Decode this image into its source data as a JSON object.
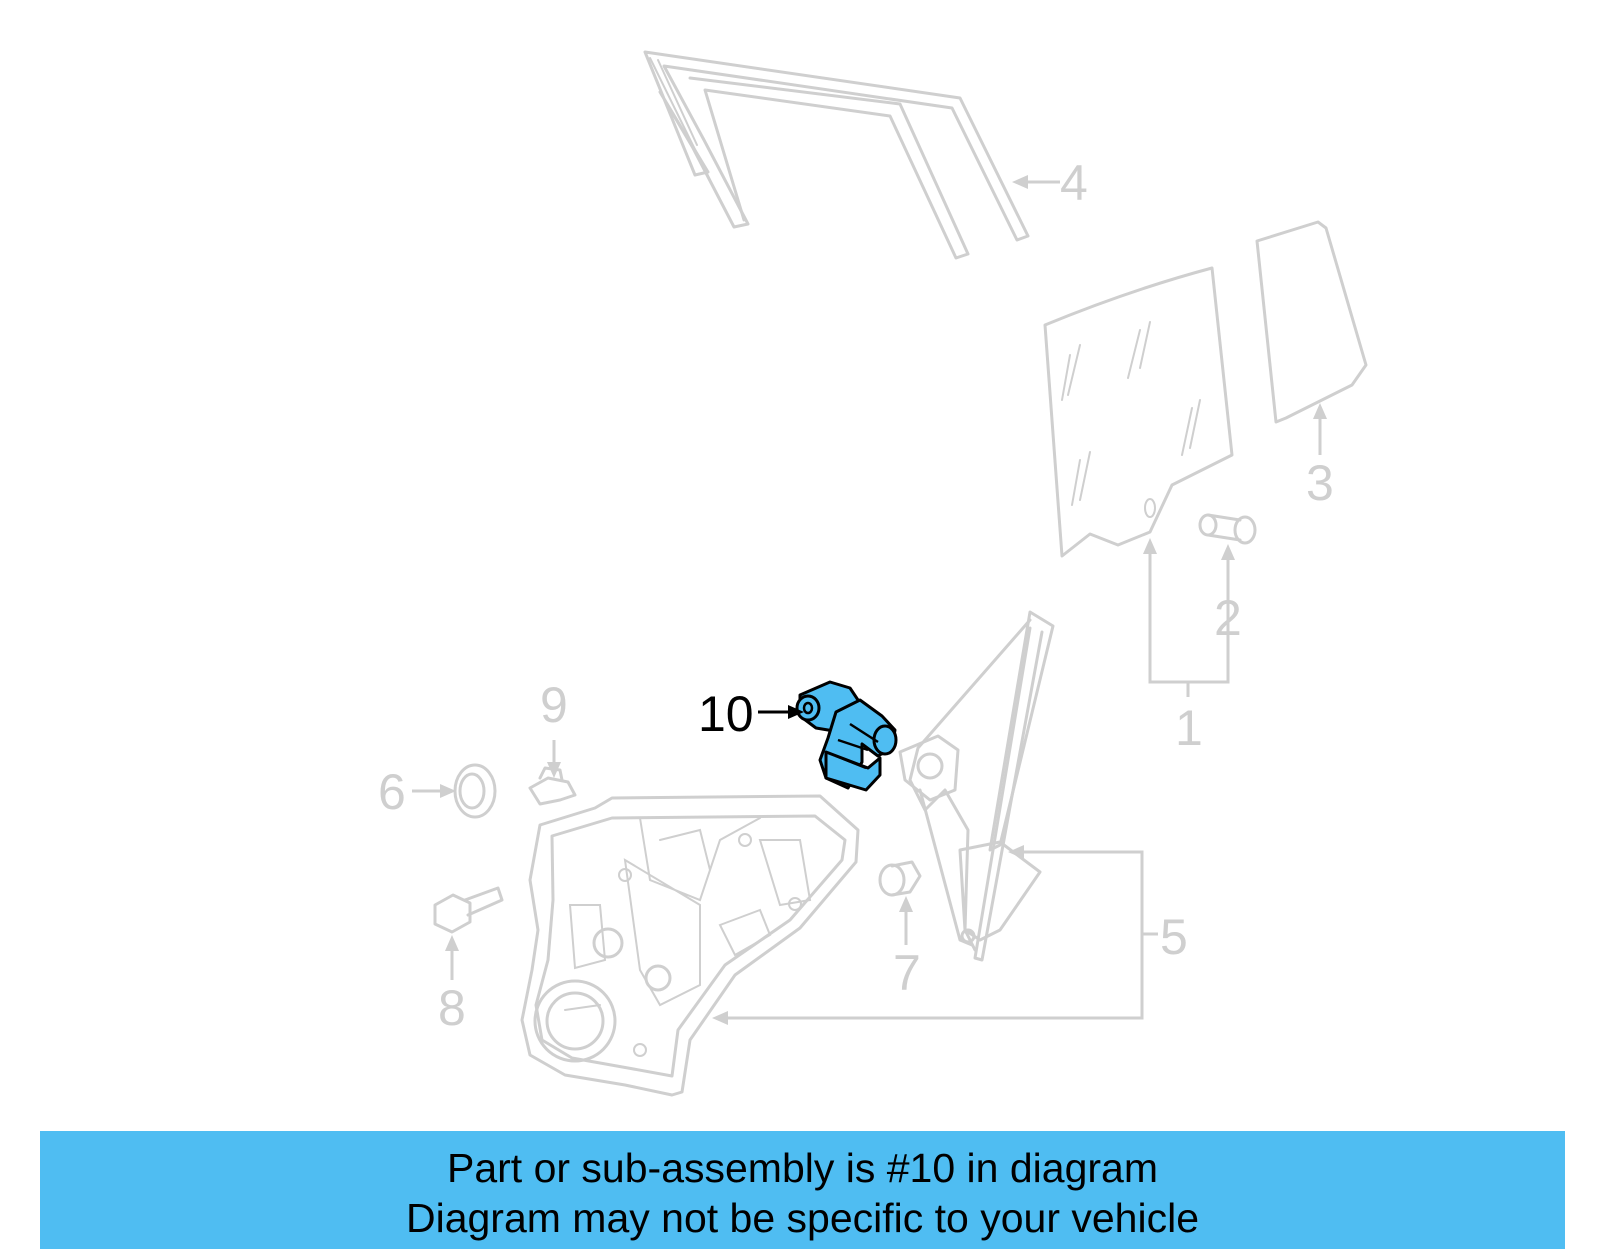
{
  "callouts": {
    "c1": "1",
    "c2": "2",
    "c3": "3",
    "c4": "4",
    "c5": "5",
    "c6": "6",
    "c7": "7",
    "c8": "8",
    "c9": "9",
    "c10": "10"
  },
  "banner": {
    "line1": "Part or sub-assembly is #10 in diagram",
    "line2": "Diagram may not be specific to your vehicle"
  },
  "colors": {
    "highlight": "#4fbdf2",
    "part_outline": "#cfcfcf",
    "banner_bg": "#4fbdf2"
  }
}
